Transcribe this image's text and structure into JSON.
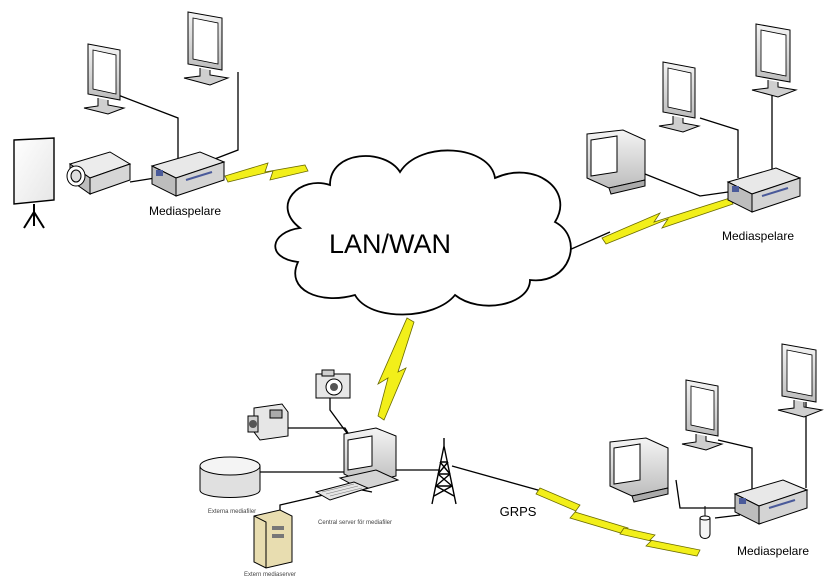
{
  "diagram": {
    "cloud_label": "LAN/WAN",
    "labels": {
      "mediaspelare_top_left": "Mediaspelare",
      "mediaspelare_top_right": "Mediaspelare",
      "mediaspelare_bottom_right": "Mediaspelare",
      "grps": "GRPS",
      "external_media": "Externa mediafiler",
      "central_server": "Central server för mediafiler",
      "other_server": "Extern mediaserver"
    },
    "colors": {
      "lightning": "#f2ef1a",
      "device_fill": "#dcdcdc",
      "screen_fill": "#ffffff",
      "line": "#000000",
      "player_blue": "#4a5a9a"
    }
  }
}
